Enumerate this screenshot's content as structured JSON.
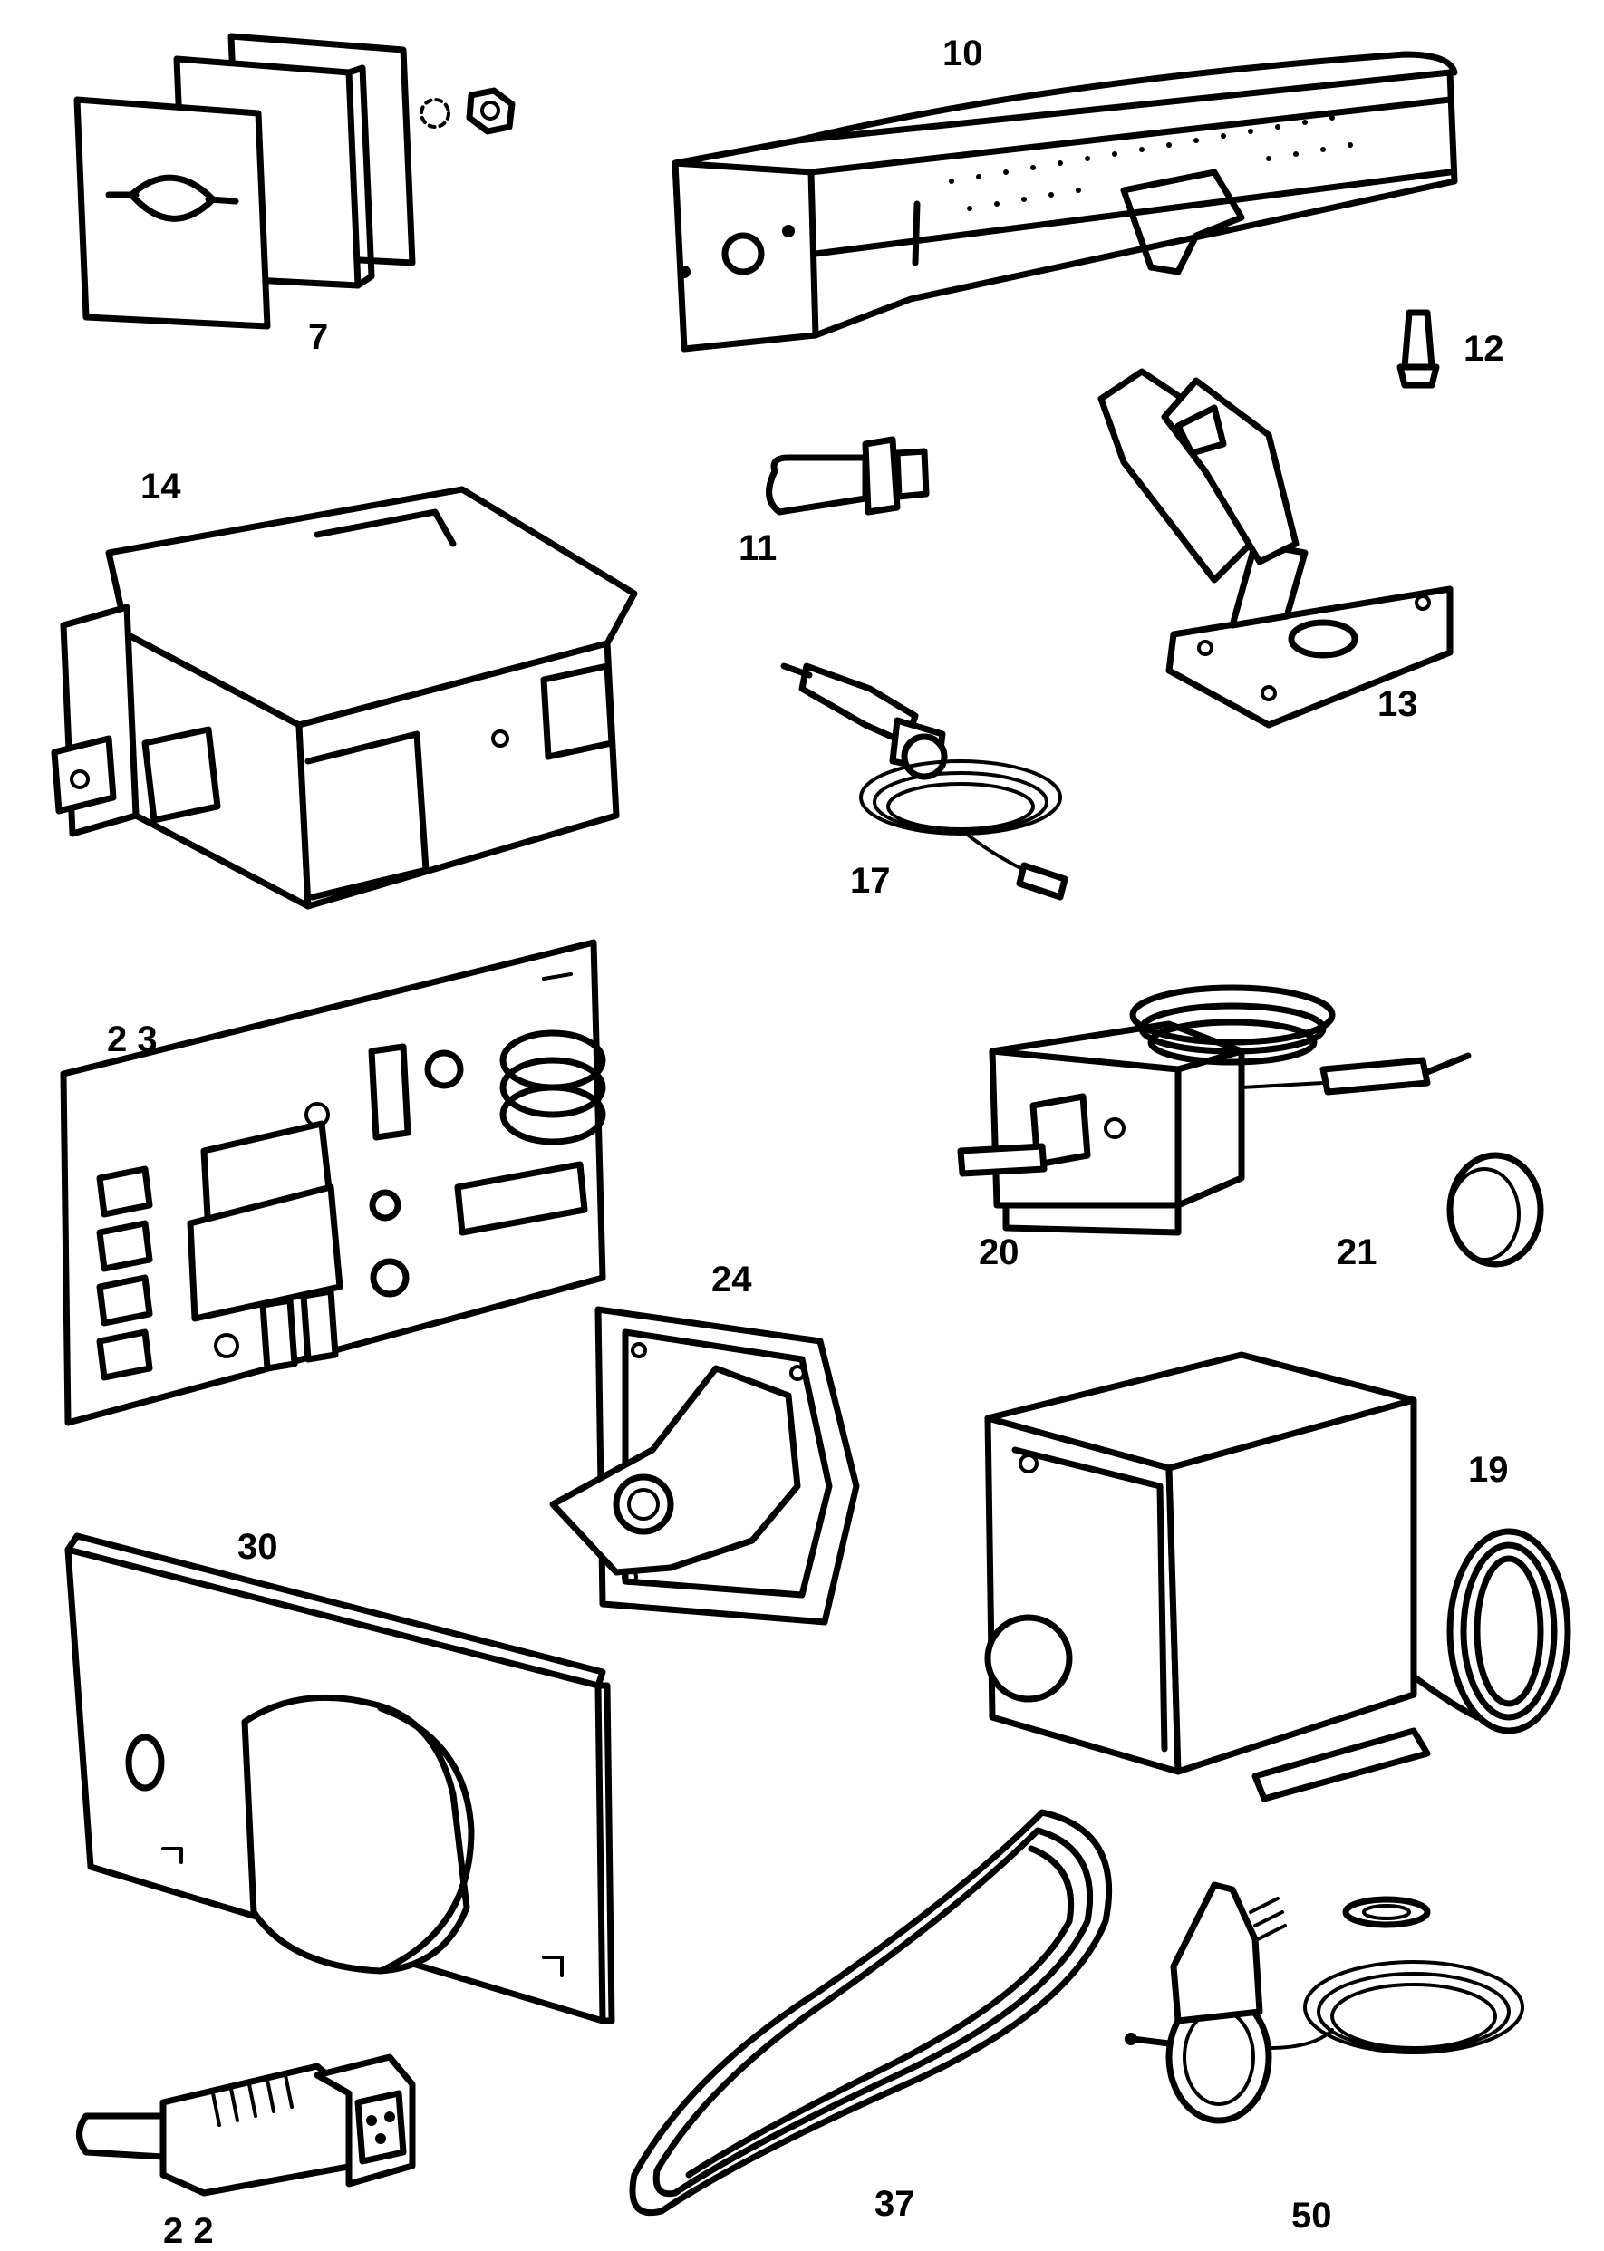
{
  "parts": [
    {
      "id": "7",
      "label": "7"
    },
    {
      "id": "10",
      "label": "10"
    },
    {
      "id": "11",
      "label": "11"
    },
    {
      "id": "12",
      "label": "12"
    },
    {
      "id": "13",
      "label": "13"
    },
    {
      "id": "14",
      "label": "14"
    },
    {
      "id": "17",
      "label": "17"
    },
    {
      "id": "19",
      "label": "19"
    },
    {
      "id": "20",
      "label": "20"
    },
    {
      "id": "21",
      "label": "21"
    },
    {
      "id": "22",
      "label": "2 2"
    },
    {
      "id": "23",
      "label": "2 3"
    },
    {
      "id": "24",
      "label": "24"
    },
    {
      "id": "30",
      "label": "30"
    },
    {
      "id": "37",
      "label": "37"
    },
    {
      "id": "50",
      "label": "50"
    }
  ]
}
